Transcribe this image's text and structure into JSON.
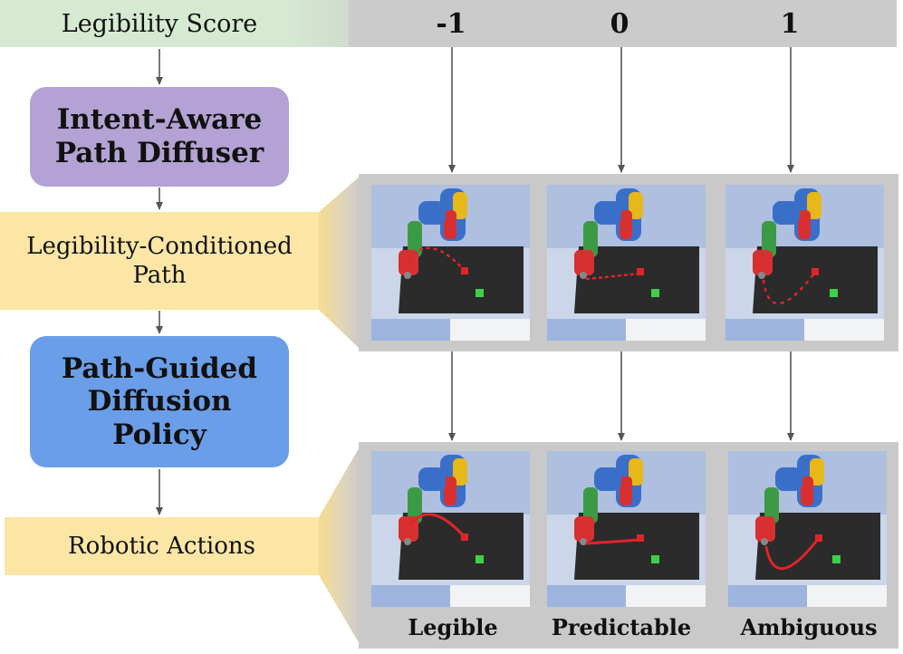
{
  "header": {
    "title": "Legibility Score",
    "scores": [
      "-1",
      "0",
      "1"
    ]
  },
  "modules": {
    "diffuser": "Intent-Aware\nPath Diffuser",
    "policy": "Path-Guided\nDiffusion\nPolicy"
  },
  "bands": {
    "path": "Legibility-Conditioned\nPath",
    "actions": "Robotic Actions"
  },
  "labels": [
    "Legible",
    "Predictable",
    "Ambiguous"
  ],
  "colors": {
    "header_left": "#d6ead2",
    "header_right": "#cbcbcb",
    "diffuser": "#b3a2d3",
    "policy": "#6a9ee8",
    "band": "#fbe6a6",
    "panel": "#c9c9c9",
    "path": "#e0242a"
  }
}
